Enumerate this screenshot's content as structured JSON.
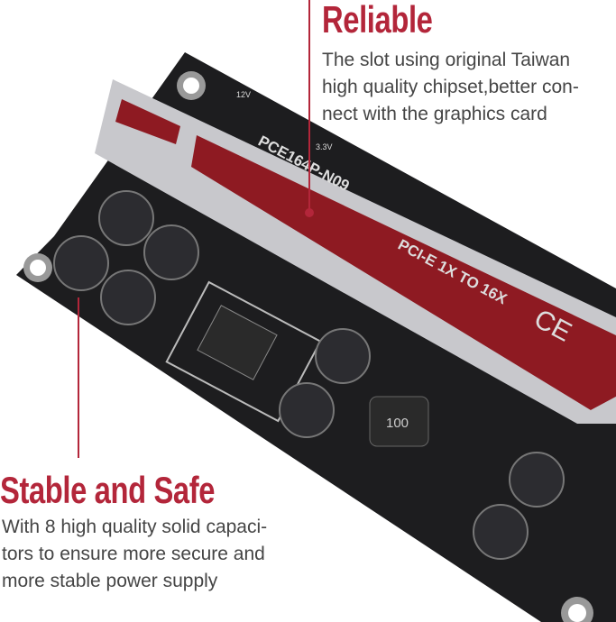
{
  "reliable": {
    "heading": "Reliable",
    "lines": [
      "The slot using original Taiwan",
      "high quality chipset,better con-",
      "nect with the graphics card"
    ]
  },
  "stable": {
    "heading": "Stable and Safe",
    "lines": [
      "With 8 high quality solid capaci-",
      "tors to ensure more secure and",
      "more stable power supply"
    ]
  },
  "board_labels": {
    "model": "PCE164P-N09",
    "subtitle": "PCI-E 1X TO 16X",
    "ce": "CE",
    "led_12v": "12V",
    "led_33v": "3.3V",
    "inductor": "100"
  },
  "colors": {
    "accent": "#b3263a",
    "text": "#454545",
    "pcb": "#1c1c1e"
  }
}
